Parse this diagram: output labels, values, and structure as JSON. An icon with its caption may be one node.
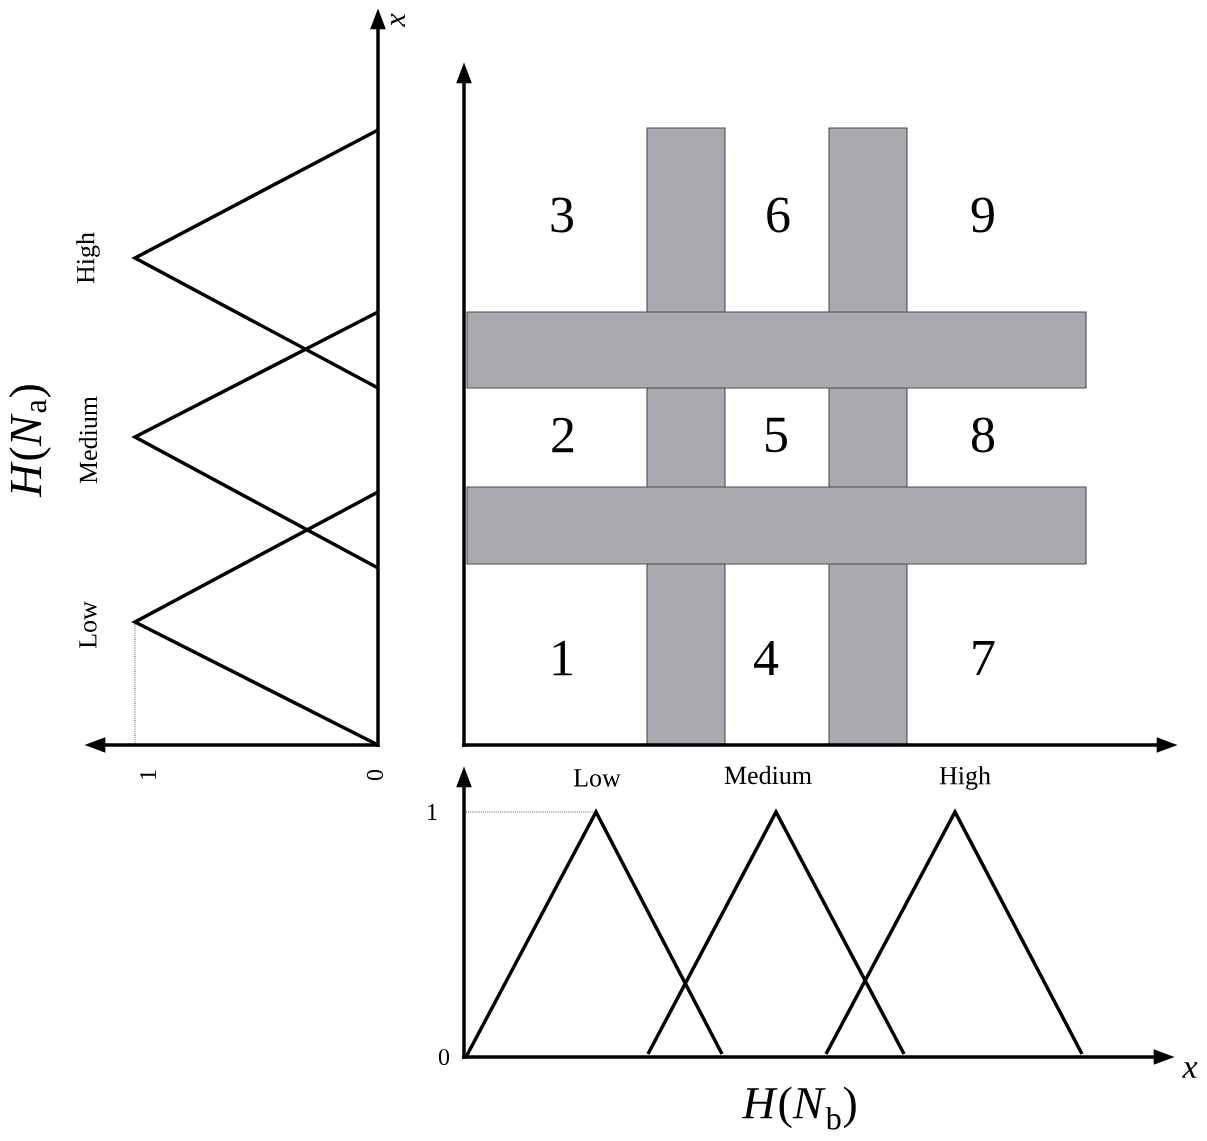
{
  "diagram": {
    "nodes": [
      {
        "text": [],
        "shape": "bar"
      },
      {
        "text": [],
        "shape": "bar"
      },
      {
        "text": [],
        "shape": "bar"
      },
      {
        "text": [],
        "shape": "bar"
      }
    ],
    "labels": [
      "x",
      "3",
      "6",
      "9",
      "High",
      "2",
      "5",
      "8",
      "*H*(*N*$_{a}$)",
      "Medium",
      "Low",
      "1",
      "4",
      "7",
      "1",
      "0",
      "Low",
      "Medium",
      "High",
      "1",
      "0",
      "x",
      "*H*(*N*$_{b}$)"
    ]
  }
}
